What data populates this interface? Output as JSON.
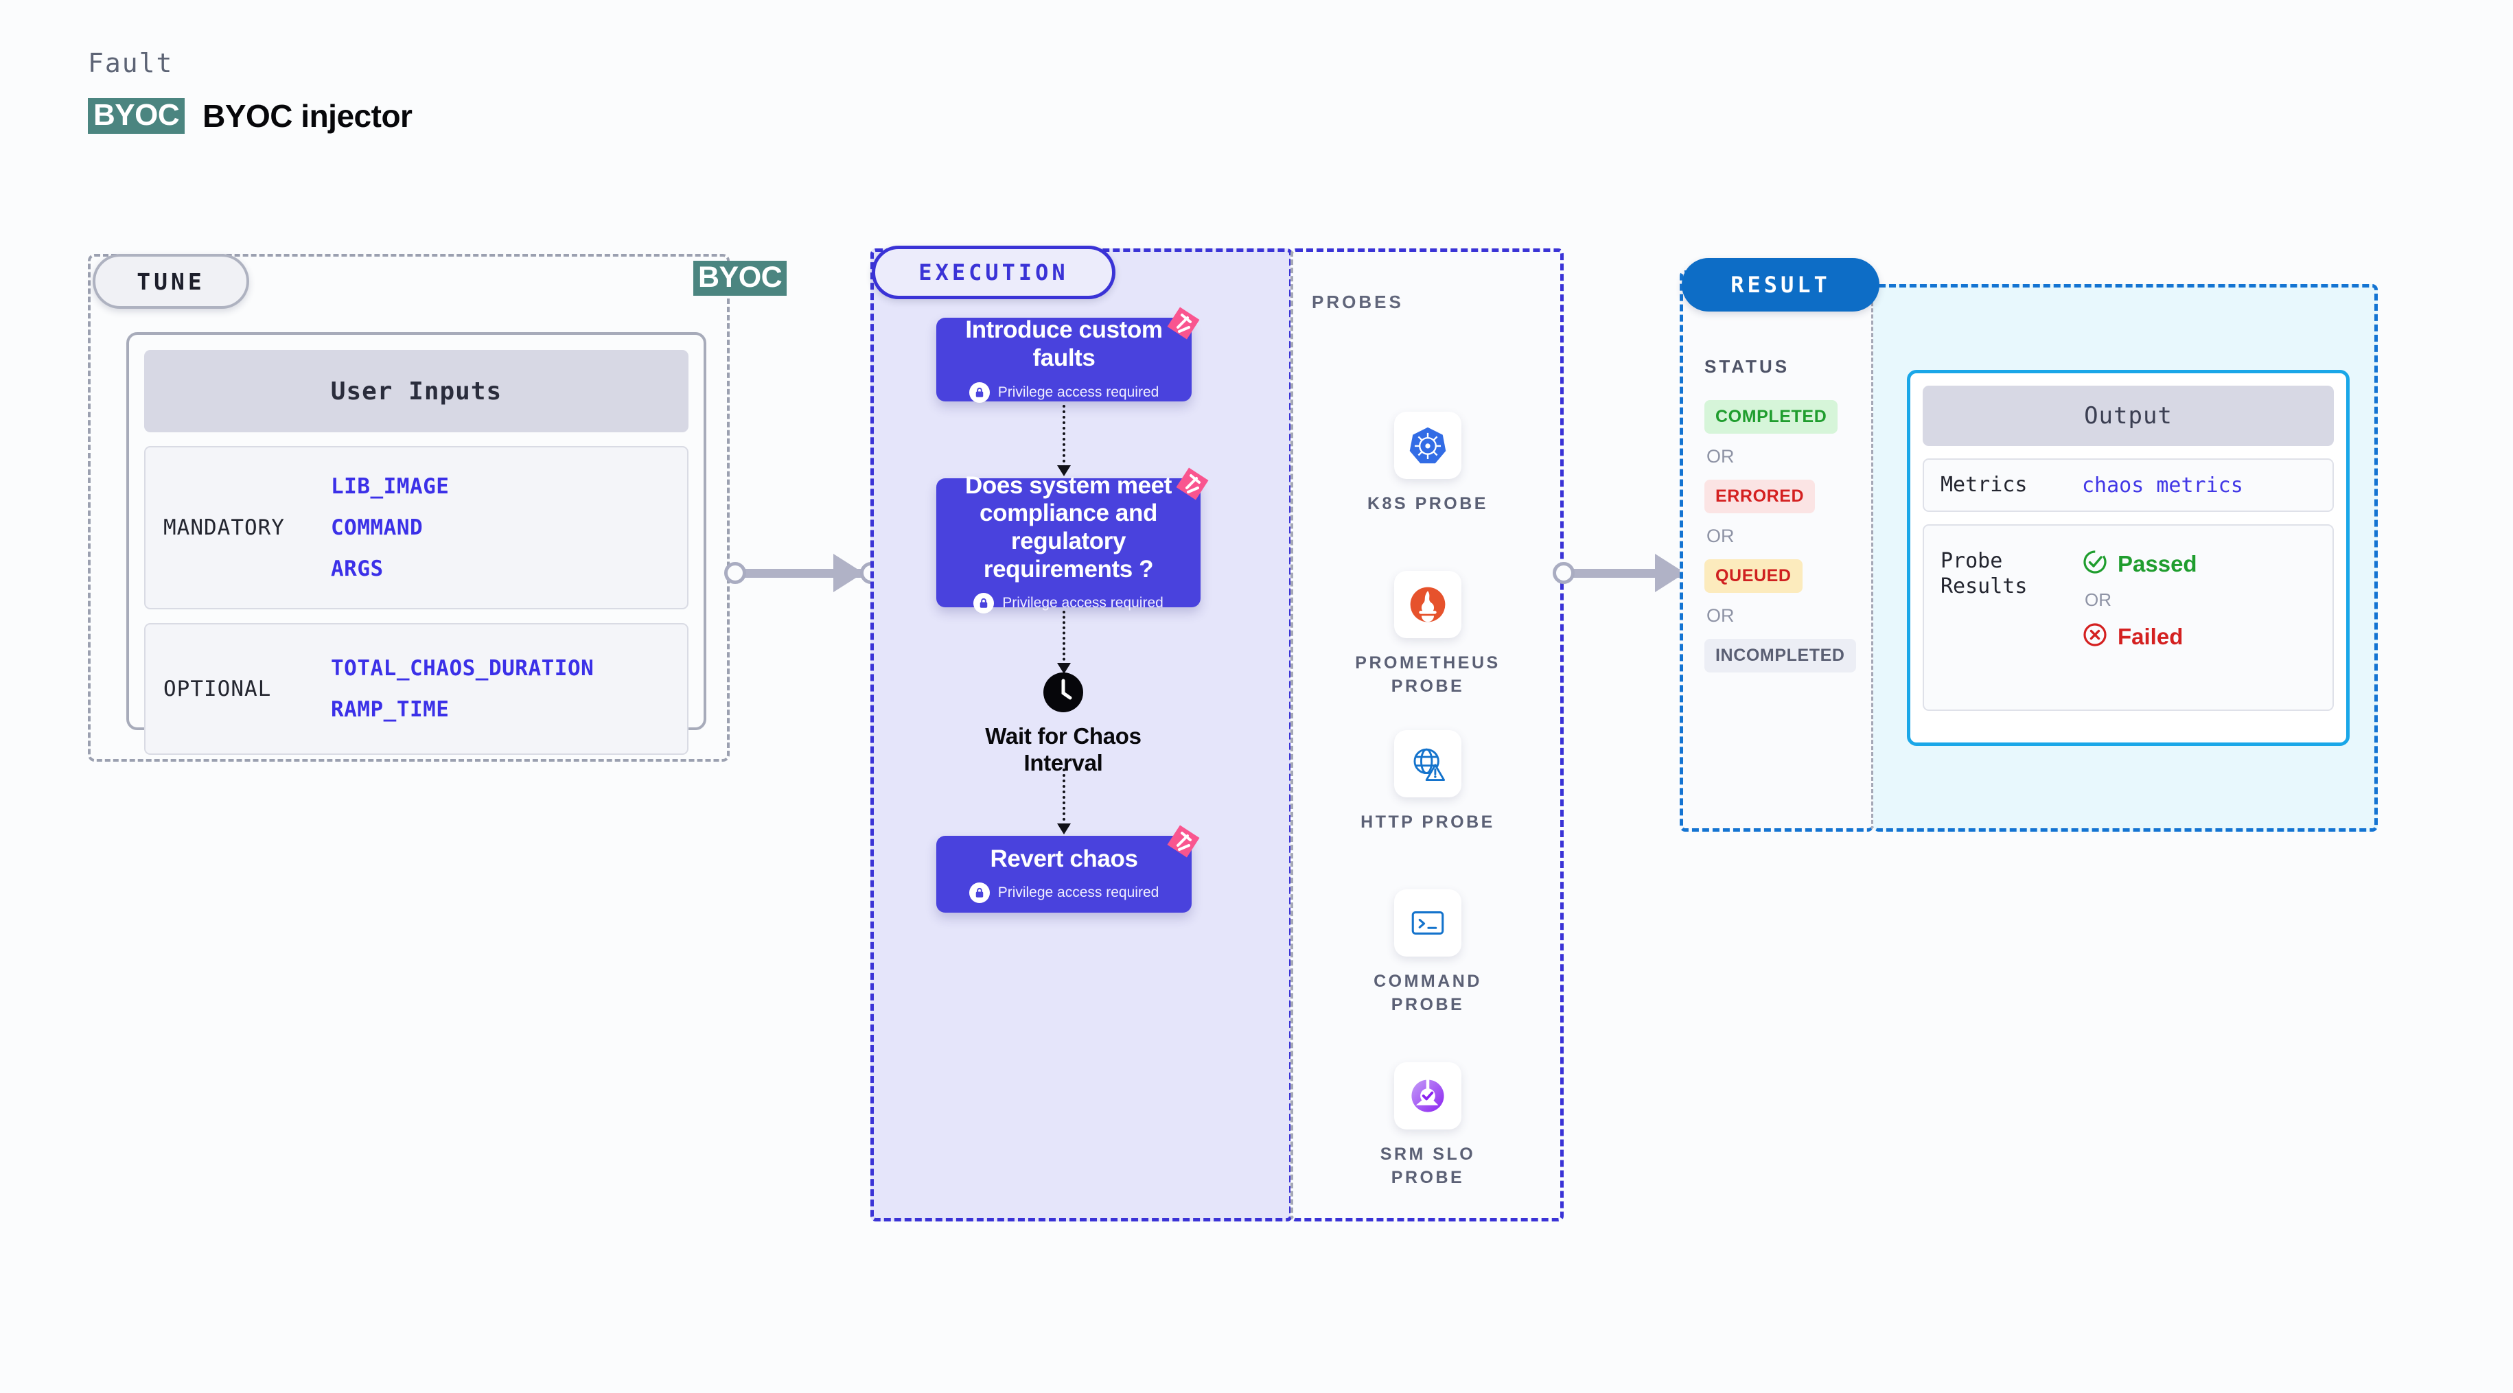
{
  "header": {
    "kicker": "Fault",
    "badge": "BYOC",
    "title": "BYOC injector",
    "badge_color": "#4b8580"
  },
  "tune": {
    "pill_label": "TUNE",
    "edge_badge": "BYOC",
    "card_title": "User Inputs",
    "groups": [
      {
        "label": "MANDATORY",
        "vars": [
          "LIB_IMAGE",
          "COMMAND",
          "ARGS"
        ]
      },
      {
        "label": "OPTIONAL",
        "vars": [
          "TOTAL_CHAOS_DURATION",
          "RAMP_TIME"
        ]
      }
    ]
  },
  "execution": {
    "pill_label": "EXECUTION",
    "privilege_note": "Privilege access required",
    "steps": [
      {
        "title": "Introduce custom faults",
        "privileged": true,
        "ribbon": true
      },
      {
        "title": "Does system meet compliance and regulatory requirements ?",
        "privileged": true,
        "ribbon": true
      },
      {
        "title": "Wait for Chaos Interval",
        "privileged": false,
        "ribbon": false,
        "icon": "clock-icon"
      },
      {
        "title": "Revert chaos",
        "privileged": true,
        "ribbon": true
      }
    ]
  },
  "probes": {
    "section_label": "PROBES",
    "items": [
      {
        "name": "K8S PROBE",
        "icon": "kubernetes-icon",
        "color": "#326ce5"
      },
      {
        "name": "PROMETHEUS PROBE",
        "icon": "prometheus-icon",
        "color": "#e6522c"
      },
      {
        "name": "HTTP PROBE",
        "icon": "http-globe-warning-icon",
        "color": "#1473cc"
      },
      {
        "name": "COMMAND PROBE",
        "icon": "terminal-icon",
        "color": "#1473cc"
      },
      {
        "name": "SRM SLO PROBE",
        "icon": "srm-slo-donut-icon",
        "color": "#9a4cf5"
      }
    ]
  },
  "result": {
    "pill_label": "RESULT",
    "status_label": "STATUS",
    "or_text": "OR",
    "statuses": [
      {
        "label": "COMPLETED",
        "bg": "#d6f5d9",
        "fg": "#1f9d2e"
      },
      {
        "label": "ERRORED",
        "bg": "#fbe4e4",
        "fg": "#d42020"
      },
      {
        "label": "QUEUED",
        "bg": "#fcebbd",
        "fg": "#cf2020"
      },
      {
        "label": "INCOMPLETED",
        "bg": "#eceef5",
        "fg": "#5a5f73"
      }
    ],
    "output": {
      "title": "Output",
      "metrics_label": "Metrics",
      "metrics_value": "chaos metrics",
      "probe_results_label": "Probe Results",
      "passed_label": "Passed",
      "failed_label": "Failed",
      "or_text": "OR",
      "passed_color": "#1f9d2e",
      "failed_color": "#d42020"
    }
  }
}
